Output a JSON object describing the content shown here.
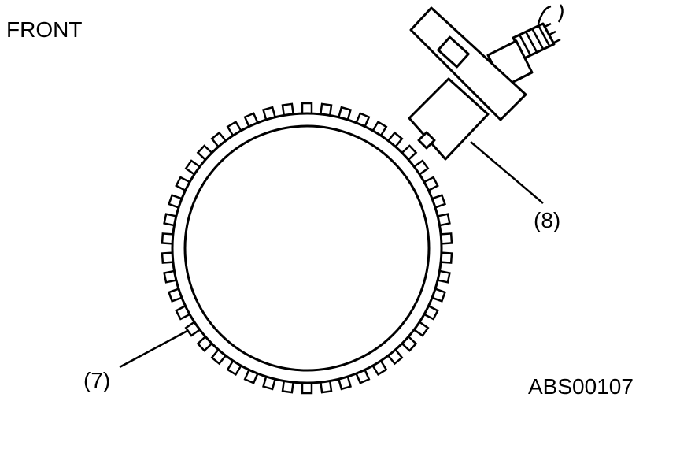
{
  "labels": {
    "orientation": "FRONT",
    "tone_wheel_callout": "(7)",
    "sensor_callout": "(8)",
    "figure_code": "ABS00107"
  },
  "diagram": {
    "tone_wheel_teeth": 46
  },
  "colors": {
    "line": "#000000",
    "background": "#ffffff"
  }
}
